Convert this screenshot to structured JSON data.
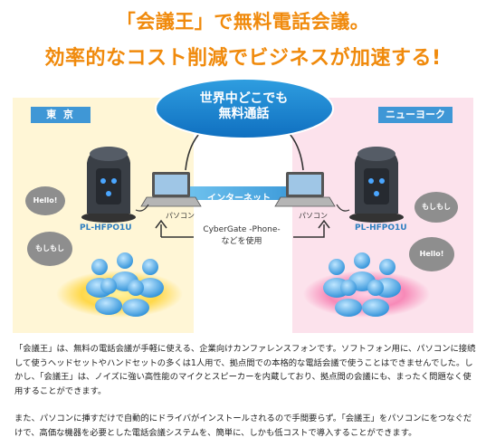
{
  "headline": {
    "line1": "「会議王」で無料電話会議。",
    "line2": "効率的なコスト削減でビジネスが加速する!"
  },
  "cloud": {
    "line1": "世界中どこでも",
    "line2": "無料通話"
  },
  "left_panel": {
    "city": "東 京",
    "device": "PL-HFPO1U",
    "bubble_hello": "Hello!",
    "bubble_moshi": "もしもし"
  },
  "right_panel": {
    "city": "ニューヨーク",
    "device": "PL-HFPO1U",
    "bubble_moshi": "もしもし",
    "bubble_hello": "Hello!"
  },
  "network": {
    "internet_label": "インターネット",
    "pc_left": "パソコン",
    "pc_right": "パソコン",
    "software_line1": "CyberGate -Phone-",
    "software_line2": "などを使用"
  },
  "description": {
    "para1": "「会議王」は、無料の電話会議が手軽に使える、企業向けカンファレンスフォンです。ソフトフォン用に、パソコンに接続して使うヘッドセットやハンドセットの多くは1人用で、拠点間での本格的な電話会議で使うことはできませんでした。しかし、「会議王」は、ノイズに強い高性能のマイクとスピーカーを内蔵しており、拠点間の会議にも、まったく問題なく使用することができます。",
    "para2": "また、パソコンに挿すだけで自動的にドライバがインストールされるので手間要らず。「会議王」をパソコンにをつなぐだけで、高価な機器を必要とした電話会議システムを、簡単に、しかも低コストで導入することができます。"
  },
  "colors": {
    "headline": "#f08a0c",
    "accent_blue": "#3f97d6",
    "left_bg": "#fff6d6",
    "right_bg": "#fce2ec"
  }
}
